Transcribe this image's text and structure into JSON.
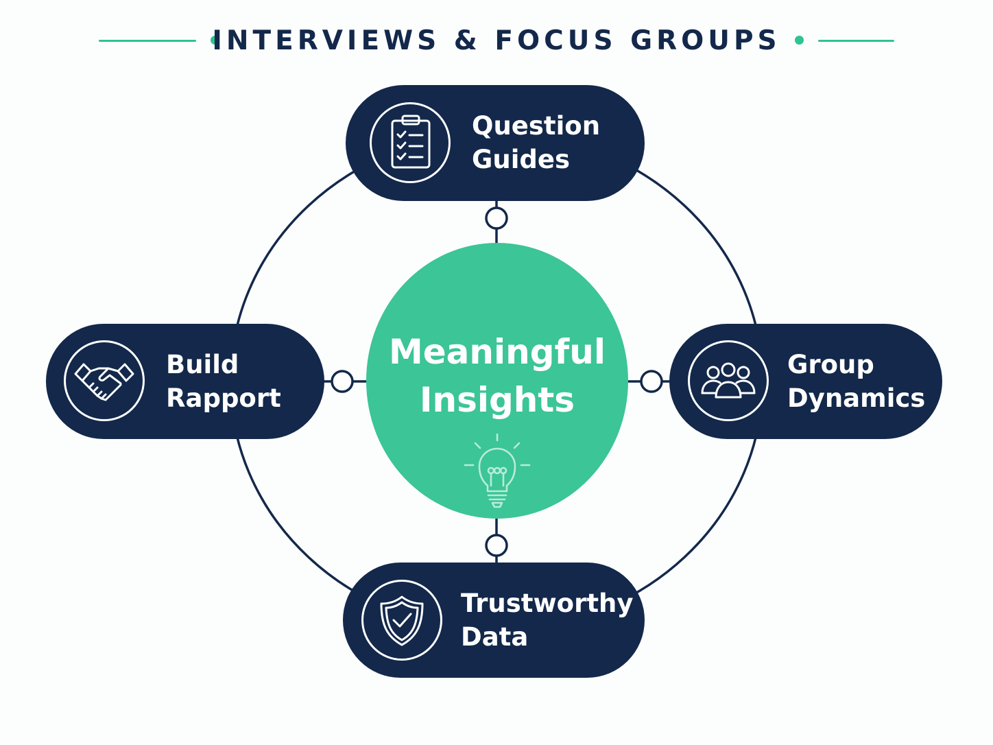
{
  "title": "INTERVIEWS & FOCUS GROUPS",
  "colors": {
    "navy": "#13284a",
    "green": "#3cc597",
    "accent": "#2ec491",
    "background": "#fcfdfd"
  },
  "hub": {
    "label": "Meaningful\nInsights",
    "icon": "lightbulb-icon"
  },
  "nodes": {
    "top": {
      "label": "Question\nGuides",
      "icon": "clipboard-checklist-icon"
    },
    "left": {
      "label": "Build\nRapport",
      "icon": "handshake-icon"
    },
    "right": {
      "label": "Group\nDynamics",
      "icon": "group-people-icon"
    },
    "bottom": {
      "label": "Trustworthy\nData",
      "icon": "shield-check-icon"
    }
  }
}
